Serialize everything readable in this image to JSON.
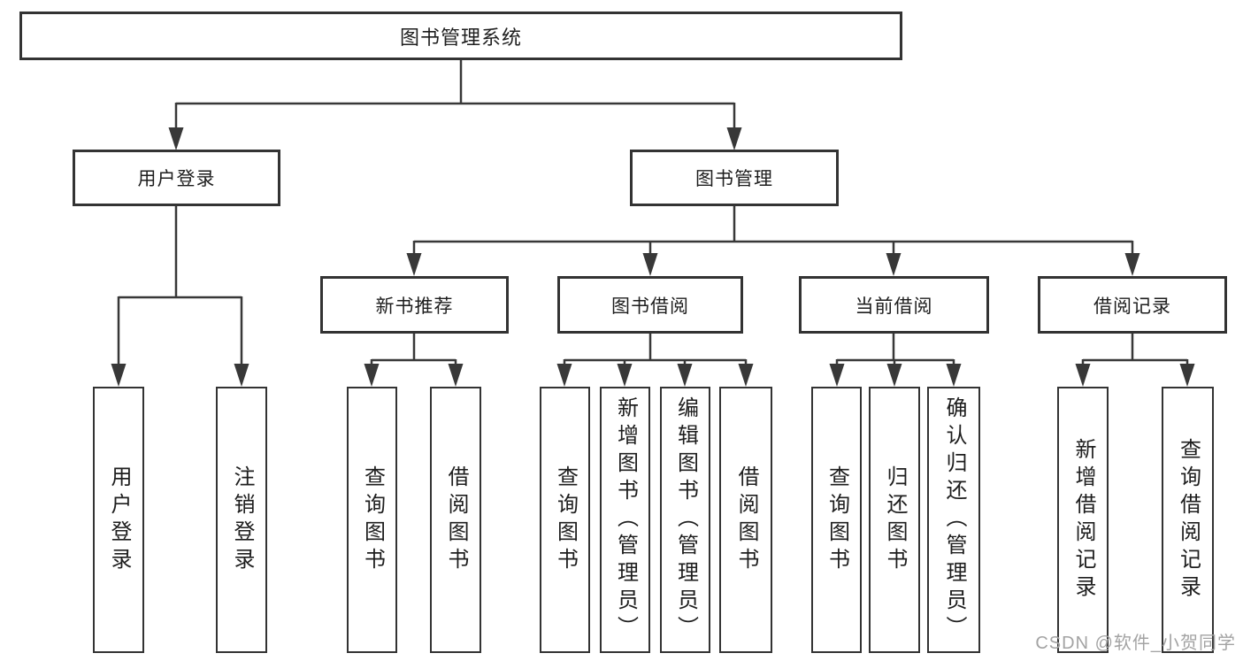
{
  "nodes": {
    "root": {
      "label": "图书管理系统"
    },
    "user_login": {
      "label": "用户登录"
    },
    "book_management": {
      "label": "图书管理"
    },
    "new_book_recommend": {
      "label": "新书推荐"
    },
    "book_borrowing": {
      "label": "图书借阅"
    },
    "current_borrowing": {
      "label": "当前借阅"
    },
    "borrowing_records": {
      "label": "借阅记录"
    }
  },
  "leaves": {
    "user_login": [
      "用户登录",
      "注销登录"
    ],
    "new_book_recommend": [
      "查询图书",
      "借阅图书"
    ],
    "book_borrowing": [
      "查询图书",
      "新增图书（管理员）",
      "编辑图书（管理员）",
      "借阅图书"
    ],
    "current_borrowing": [
      "查询图书",
      "归还图书",
      "确认归还（管理员）"
    ],
    "borrowing_records": [
      "新增借阅记录",
      "查询借阅记录"
    ]
  },
  "watermark": "CSDN @软件_小贺同学",
  "colors": {
    "box_border": "#333333",
    "connector_line": "#383838",
    "text": "#1e1e1e",
    "watermark": "#a3a3a3",
    "background": "#ffffff"
  }
}
